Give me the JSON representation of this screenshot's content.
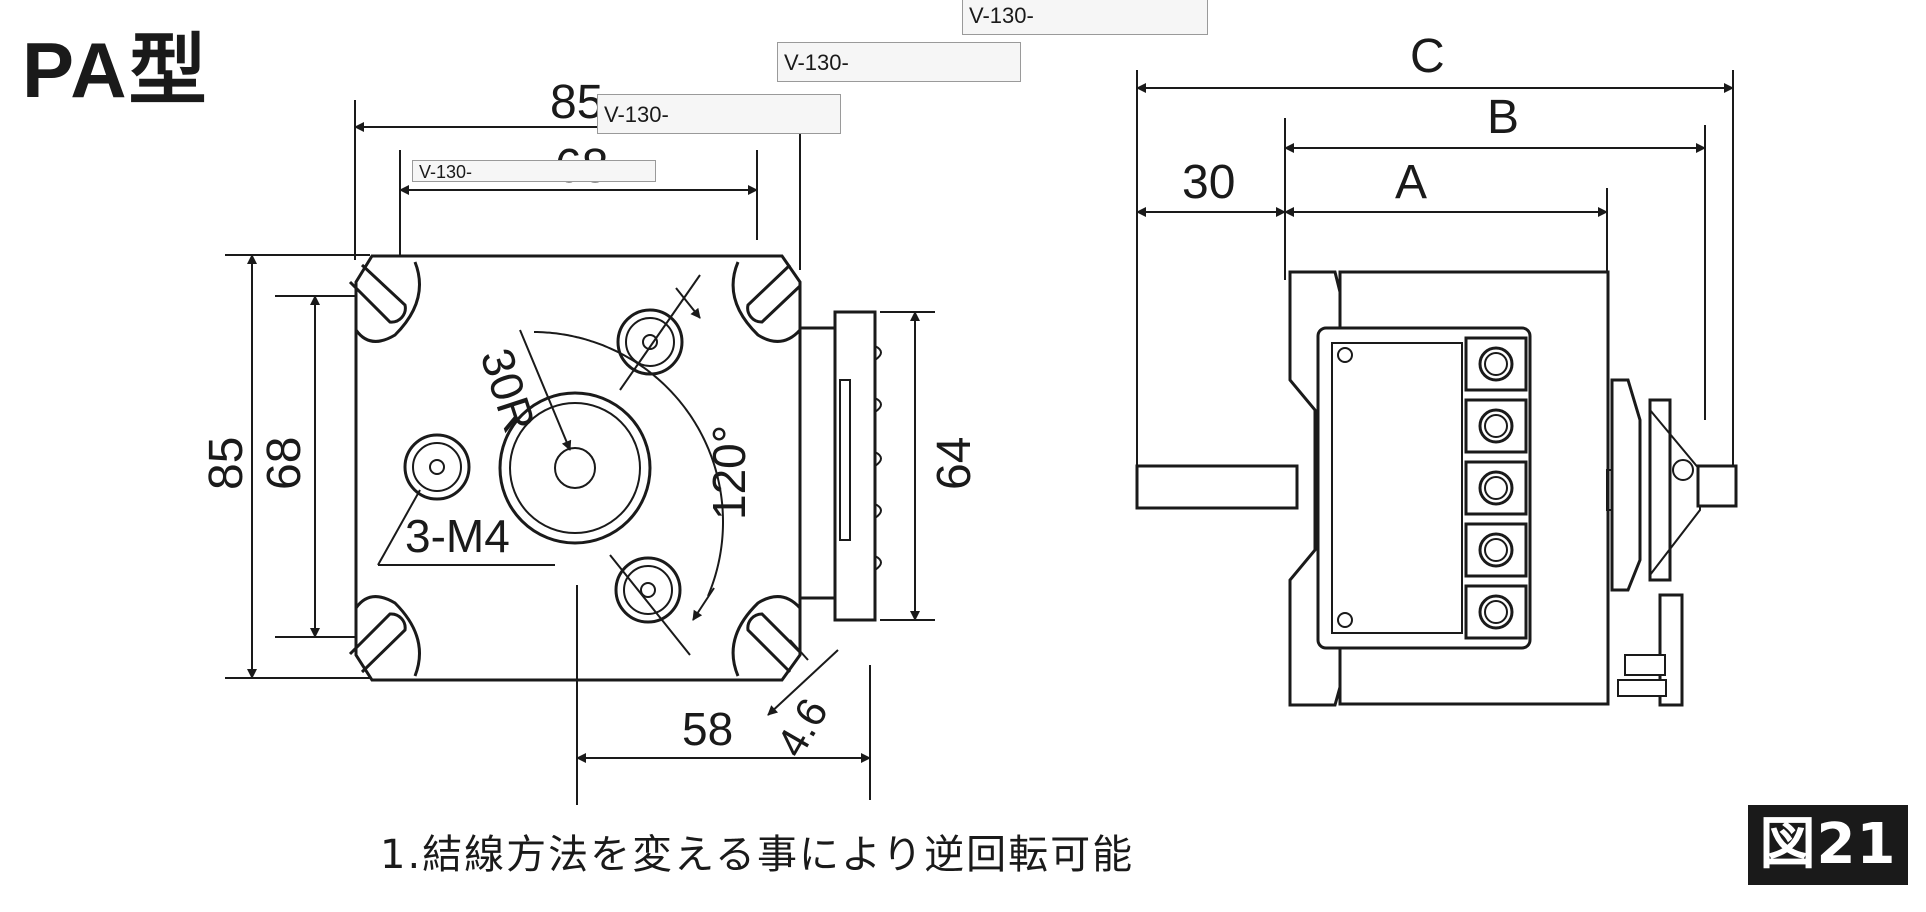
{
  "title": "PA型",
  "note": "1.結線方法を変える事により逆回転可能",
  "figure_label": "図21",
  "tags": [
    "V-130-",
    "V-130-",
    "V-130-",
    "V-130-"
  ],
  "front_view": {
    "dims": {
      "width_outer": "85",
      "width_inner": "68",
      "height_outer": "85",
      "height_inner": "68",
      "flange_height": "64",
      "radius": "30R",
      "angle": "120°",
      "thread": "3-M4",
      "shaft_offset": "58",
      "slot": "4.6"
    }
  },
  "side_view": {
    "dims": {
      "c": "C",
      "b": "B",
      "a": "A",
      "shaft_len": "30"
    }
  },
  "colors": {
    "ink": "#1a1a1a",
    "fill": "#ffffff"
  }
}
